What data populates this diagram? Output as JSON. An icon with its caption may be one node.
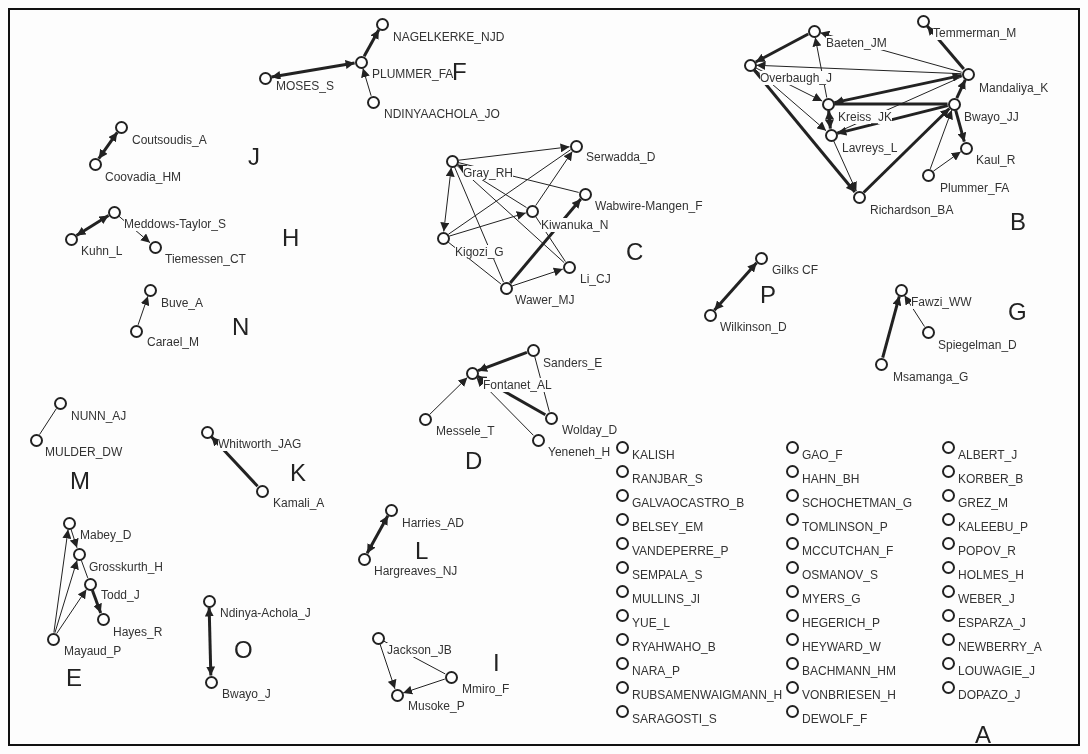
{
  "diagram": {
    "nodes": [
      {
        "text": [],
        "shape": "circle",
        "beside": [
          "MOSES_S"
        ]
      },
      {
        "text": [],
        "shape": "circle",
        "beside": [
          "PLUMMER_FA"
        ]
      },
      {
        "text": [],
        "shape": "circle",
        "beside": [
          "NAGELKERKE_NJD"
        ]
      },
      {
        "text": [],
        "shape": "circle",
        "beside": [
          "NDINYAACHOLA_JO"
        ]
      },
      {
        "text": [],
        "shape": "circle",
        "beside": [
          "Coutsoudis_A"
        ]
      },
      {
        "text": [],
        "shape": "circle",
        "beside": [
          "Coovadia_HM"
        ]
      },
      {
        "text": [],
        "shape": "circle",
        "beside": [
          "Meddows-Taylor_S"
        ]
      },
      {
        "text": [],
        "shape": "circle",
        "beside": [
          "Kuhn_L"
        ]
      },
      {
        "text": [],
        "shape": "circle",
        "beside": [
          "Tiemessen_CT"
        ]
      },
      {
        "text": [],
        "shape": "circle",
        "beside": [
          "Buve_A"
        ]
      },
      {
        "text": [],
        "shape": "circle",
        "beside": [
          "Carael_M"
        ]
      },
      {
        "text": [],
        "shape": "circle",
        "beside": [
          "Baeten_JM"
        ]
      },
      {
        "text": [],
        "shape": "circle",
        "beside": [
          "Temmerman_M"
        ]
      },
      {
        "text": [],
        "shape": "circle",
        "beside": [
          "Overbaugh_J"
        ]
      },
      {
        "text": [],
        "shape": "circle",
        "beside": [
          "Mandaliya_K"
        ]
      },
      {
        "text": [],
        "shape": "circle",
        "beside": [
          "Kreiss_JK"
        ]
      },
      {
        "text": [],
        "shape": "circle",
        "beside": [
          "Bwayo_JJ"
        ]
      },
      {
        "text": [],
        "shape": "circle",
        "beside": [
          "Lavreys_L"
        ]
      },
      {
        "text": [],
        "shape": "circle",
        "beside": [
          "Kaul_R"
        ]
      },
      {
        "text": [],
        "shape": "circle",
        "beside": [
          "Plummer_FA"
        ]
      },
      {
        "text": [],
        "shape": "circle",
        "beside": [
          "Richardson_BA"
        ]
      },
      {
        "text": [],
        "shape": "circle",
        "beside": [
          "Gray_RH"
        ]
      },
      {
        "text": [],
        "shape": "circle",
        "beside": [
          "Serwadda_D"
        ]
      },
      {
        "text": [],
        "shape": "circle",
        "beside": [
          "Wabwire-Mangen_F"
        ]
      },
      {
        "text": [],
        "shape": "circle",
        "beside": [
          "Kiwanuka_N"
        ]
      },
      {
        "text": [],
        "shape": "circle",
        "beside": [
          "Kigozi_G"
        ]
      },
      {
        "text": [],
        "shape": "circle",
        "beside": [
          "Li_CJ"
        ]
      },
      {
        "text": [],
        "shape": "circle",
        "beside": [
          "Wawer_MJ"
        ]
      },
      {
        "text": [],
        "shape": "circle",
        "beside": [
          "Gilks CF"
        ]
      },
      {
        "text": [],
        "shape": "circle",
        "beside": [
          "Wilkinson_D"
        ]
      },
      {
        "text": [],
        "shape": "circle",
        "beside": [
          "Fawzi_WW"
        ]
      },
      {
        "text": [],
        "shape": "circle",
        "beside": [
          "Spiegelman_D"
        ]
      },
      {
        "text": [],
        "shape": "circle",
        "beside": [
          "Msamanga_G"
        ]
      },
      {
        "text": [],
        "shape": "circle",
        "beside": [
          "Sanders_E"
        ]
      },
      {
        "text": [],
        "shape": "circle",
        "beside": [
          "Fontanet_AL"
        ]
      },
      {
        "text": [],
        "shape": "circle",
        "beside": [
          "Messele_T"
        ]
      },
      {
        "text": [],
        "shape": "circle",
        "beside": [
          "Wolday_D"
        ]
      },
      {
        "text": [],
        "shape": "circle",
        "beside": [
          "Yeneneh_H"
        ]
      },
      {
        "text": [],
        "shape": "circle",
        "beside": [
          "NUNN_AJ"
        ]
      },
      {
        "text": [],
        "shape": "circle",
        "beside": [
          "MULDER_DW"
        ]
      },
      {
        "text": [],
        "shape": "circle",
        "beside": [
          "Whitworth_JAG"
        ]
      },
      {
        "text": [],
        "shape": "circle",
        "beside": [
          "Kamali_A"
        ]
      },
      {
        "text": [],
        "shape": "circle",
        "beside": [
          "Mabey_D"
        ]
      },
      {
        "text": [],
        "shape": "circle",
        "beside": [
          "Grosskurth_H"
        ]
      },
      {
        "text": [],
        "shape": "circle",
        "beside": [
          "Todd_J"
        ]
      },
      {
        "text": [],
        "shape": "circle",
        "beside": [
          "Hayes_R"
        ]
      },
      {
        "text": [],
        "shape": "circle",
        "beside": [
          "Mayaud_P"
        ]
      },
      {
        "text": [],
        "shape": "circle",
        "beside": [
          "Harries_AD"
        ]
      },
      {
        "text": [],
        "shape": "circle",
        "beside": [
          "Hargreaves_NJ"
        ]
      },
      {
        "text": [],
        "shape": "circle",
        "beside": [
          "Ndinya-Achola_J"
        ]
      },
      {
        "text": [],
        "shape": "circle",
        "beside": [
          "Bwayo_J"
        ]
      },
      {
        "text": [],
        "shape": "circle",
        "beside": [
          "Jackson_JB"
        ]
      },
      {
        "text": [],
        "shape": "circle",
        "beside": [
          "Mmiro_F"
        ]
      },
      {
        "text": [],
        "shape": "circle",
        "beside": [
          "Musoke_P"
        ]
      },
      {
        "text": [],
        "shape": "circle",
        "beside": [
          "KALISH"
        ]
      },
      {
        "text": [],
        "shape": "circle",
        "beside": [
          "RANJBAR_S"
        ]
      },
      {
        "text": [],
        "shape": "circle",
        "beside": [
          "GALVAOCASTRO_B"
        ]
      },
      {
        "text": [],
        "shape": "circle",
        "beside": [
          "BELSEY_EM"
        ]
      },
      {
        "text": [],
        "shape": "circle",
        "beside": [
          "VANDEPERRE_P"
        ]
      },
      {
        "text": [],
        "shape": "circle",
        "beside": [
          "SEMPALA_S"
        ]
      },
      {
        "text": [],
        "shape": "circle",
        "beside": [
          "MULLINS_JI"
        ]
      },
      {
        "text": [],
        "shape": "circle",
        "beside": [
          "YUE_L"
        ]
      },
      {
        "text": [],
        "shape": "circle",
        "beside": [
          "RYAHWAHO_B"
        ]
      },
      {
        "text": [],
        "shape": "circle",
        "beside": [
          "NARA_P"
        ]
      },
      {
        "text": [],
        "shape": "circle",
        "beside": [
          "RUBSAMENWAIGMANN_H"
        ]
      },
      {
        "text": [],
        "shape": "circle",
        "beside": [
          "SARAGOSTI_S"
        ]
      },
      {
        "text": [],
        "shape": "circle",
        "beside": [
          "GAO_F"
        ]
      },
      {
        "text": [],
        "shape": "circle",
        "beside": [
          "HAHN_BH"
        ]
      },
      {
        "text": [],
        "shape": "circle",
        "beside": [
          "SCHOCHETMAN_G"
        ]
      },
      {
        "text": [],
        "shape": "circle",
        "beside": [
          "TOMLINSON_P"
        ]
      },
      {
        "text": [],
        "shape": "circle",
        "beside": [
          "MCCUTCHAN_F"
        ]
      },
      {
        "text": [],
        "shape": "circle",
        "beside": [
          "OSMANOV_S"
        ]
      },
      {
        "text": [],
        "shape": "circle",
        "beside": [
          "MYERS_G"
        ]
      },
      {
        "text": [],
        "shape": "circle",
        "beside": [
          "HEGERICH_P"
        ]
      },
      {
        "text": [],
        "shape": "circle",
        "beside": [
          "HEYWARD_W"
        ]
      },
      {
        "text": [],
        "shape": "circle",
        "beside": [
          "BACHMANN_HM"
        ]
      },
      {
        "text": [],
        "shape": "circle",
        "beside": [
          "VONBRIESEN_H"
        ]
      },
      {
        "text": [],
        "shape": "circle",
        "beside": [
          "DEWOLF_F"
        ]
      },
      {
        "text": [],
        "shape": "circle",
        "beside": [
          "ALBERT_J"
        ]
      },
      {
        "text": [],
        "shape": "circle",
        "beside": [
          "KORBER_B"
        ]
      },
      {
        "text": [],
        "shape": "circle",
        "beside": [
          "GREZ_M"
        ]
      },
      {
        "text": [],
        "shape": "circle",
        "beside": [
          "KALEEBU_P"
        ]
      },
      {
        "text": [],
        "shape": "circle",
        "beside": [
          "POPOV_R"
        ]
      },
      {
        "text": [],
        "shape": "circle",
        "beside": [
          "HOLMES_H"
        ]
      },
      {
        "text": [],
        "shape": "circle",
        "beside": [
          "WEBER_J"
        ]
      },
      {
        "text": [],
        "shape": "circle",
        "beside": [
          "ESPARZA_J"
        ]
      },
      {
        "text": [],
        "shape": "circle",
        "beside": [
          "NEWBERRY_A"
        ]
      },
      {
        "text": [],
        "shape": "circle",
        "beside": [
          "LOUWAGIE_J"
        ]
      },
      {
        "text": [],
        "shape": "circle",
        "beside": [
          "DOPAZO_J"
        ]
      }
    ],
    "edges": [
      {
        "from": 0,
        "to": 1,
        "arrow": "both",
        "style": "thick"
      },
      {
        "from": 1,
        "to": 2,
        "arrow": "to",
        "style": "thick"
      },
      {
        "from": 3,
        "to": 1,
        "arrow": "to"
      },
      {
        "from": 5,
        "to": 4,
        "arrow": "both",
        "style": "thick"
      },
      {
        "from": 7,
        "to": 6,
        "arrow": "both",
        "style": "thick"
      },
      {
        "from": 6,
        "to": 8,
        "arrow": "to"
      },
      {
        "from": 10,
        "to": 9,
        "arrow": "to"
      },
      {
        "from": 11,
        "to": 13,
        "arrow": "to",
        "style": "thick"
      },
      {
        "from": 15,
        "to": 11,
        "arrow": "to"
      },
      {
        "from": 14,
        "to": 12,
        "arrow": "to",
        "style": "thick"
      },
      {
        "from": 14,
        "to": 11,
        "arrow": "to"
      },
      {
        "from": 14,
        "to": 13,
        "arrow": "to"
      },
      {
        "from": 15,
        "to": 14,
        "arrow": "both",
        "style": "thick"
      },
      {
        "from": 17,
        "to": 14,
        "arrow": "none"
      },
      {
        "from": 13,
        "to": 15,
        "arrow": "to"
      },
      {
        "from": 13,
        "to": 17,
        "arrow": "to"
      },
      {
        "from": 13,
        "to": 20,
        "arrow": "to",
        "style": "thick"
      },
      {
        "from": 15,
        "to": 16,
        "arrow": "none",
        "style": "thick"
      },
      {
        "from": 15,
        "to": 17,
        "arrow": "both",
        "style": "thick"
      },
      {
        "from": 17,
        "to": 20,
        "arrow": "to"
      },
      {
        "from": 16,
        "to": 17,
        "arrow": "to",
        "style": "thick"
      },
      {
        "from": 20,
        "to": 16,
        "arrow": "to",
        "style": "thick"
      },
      {
        "from": 16,
        "to": 14,
        "arrow": "to",
        "style": "thick"
      },
      {
        "from": 16,
        "to": 18,
        "arrow": "to",
        "style": "thick"
      },
      {
        "from": 19,
        "to": 16,
        "arrow": "to"
      },
      {
        "from": 19,
        "to": 18,
        "arrow": "to"
      },
      {
        "from": 21,
        "to": 22,
        "arrow": "to"
      },
      {
        "from": 21,
        "to": 25,
        "arrow": "both"
      },
      {
        "from": 21,
        "to": 27,
        "arrow": "none"
      },
      {
        "from": 21,
        "to": 26,
        "arrow": "none"
      },
      {
        "from": 24,
        "to": 21,
        "arrow": "to"
      },
      {
        "from": 21,
        "to": 23,
        "arrow": "none"
      },
      {
        "from": 25,
        "to": 22,
        "arrow": "none"
      },
      {
        "from": 24,
        "to": 22,
        "arrow": "to"
      },
      {
        "from": 25,
        "to": 24,
        "arrow": "to"
      },
      {
        "from": 27,
        "to": 23,
        "arrow": "to",
        "style": "thick"
      },
      {
        "from": 27,
        "to": 26,
        "arrow": "to"
      },
      {
        "from": 26,
        "to": 24,
        "arrow": "none"
      },
      {
        "from": 25,
        "to": 27,
        "arrow": "none"
      },
      {
        "from": 29,
        "to": 28,
        "arrow": "both",
        "style": "thick"
      },
      {
        "from": 32,
        "to": 30,
        "arrow": "to",
        "style": "thick"
      },
      {
        "from": 31,
        "to": 30,
        "arrow": "to"
      },
      {
        "from": 33,
        "to": 34,
        "arrow": "to",
        "style": "thick"
      },
      {
        "from": 35,
        "to": 34,
        "arrow": "to"
      },
      {
        "from": 36,
        "to": 34,
        "arrow": "to",
        "style": "thick"
      },
      {
        "from": 37,
        "to": 34,
        "arrow": "to"
      },
      {
        "from": 33,
        "to": 36,
        "arrow": "none"
      },
      {
        "from": 39,
        "to": 38,
        "arrow": "none"
      },
      {
        "from": 41,
        "to": 40,
        "arrow": "to",
        "style": "thick"
      },
      {
        "from": 42,
        "to": 43,
        "arrow": "to"
      },
      {
        "from": 43,
        "to": 44,
        "arrow": "none"
      },
      {
        "from": 44,
        "to": 45,
        "arrow": "to",
        "style": "thick"
      },
      {
        "from": 46,
        "to": 42,
        "arrow": "to"
      },
      {
        "from": 46,
        "to": 43,
        "arrow": "to"
      },
      {
        "from": 46,
        "to": 44,
        "arrow": "to"
      },
      {
        "from": 48,
        "to": 47,
        "arrow": "both",
        "style": "thick"
      },
      {
        "from": 49,
        "to": 50,
        "arrow": "both",
        "style": "thick"
      },
      {
        "from": 51,
        "to": 53,
        "arrow": "to"
      },
      {
        "from": 52,
        "to": 53,
        "arrow": "to"
      },
      {
        "from": 51,
        "to": 52,
        "arrow": "none"
      }
    ],
    "labels": [
      "F",
      "J",
      "H",
      "B",
      "C",
      "N",
      "P",
      "G",
      "D",
      "M",
      "K",
      "L",
      "E",
      "O",
      "I",
      "A"
    ]
  }
}
